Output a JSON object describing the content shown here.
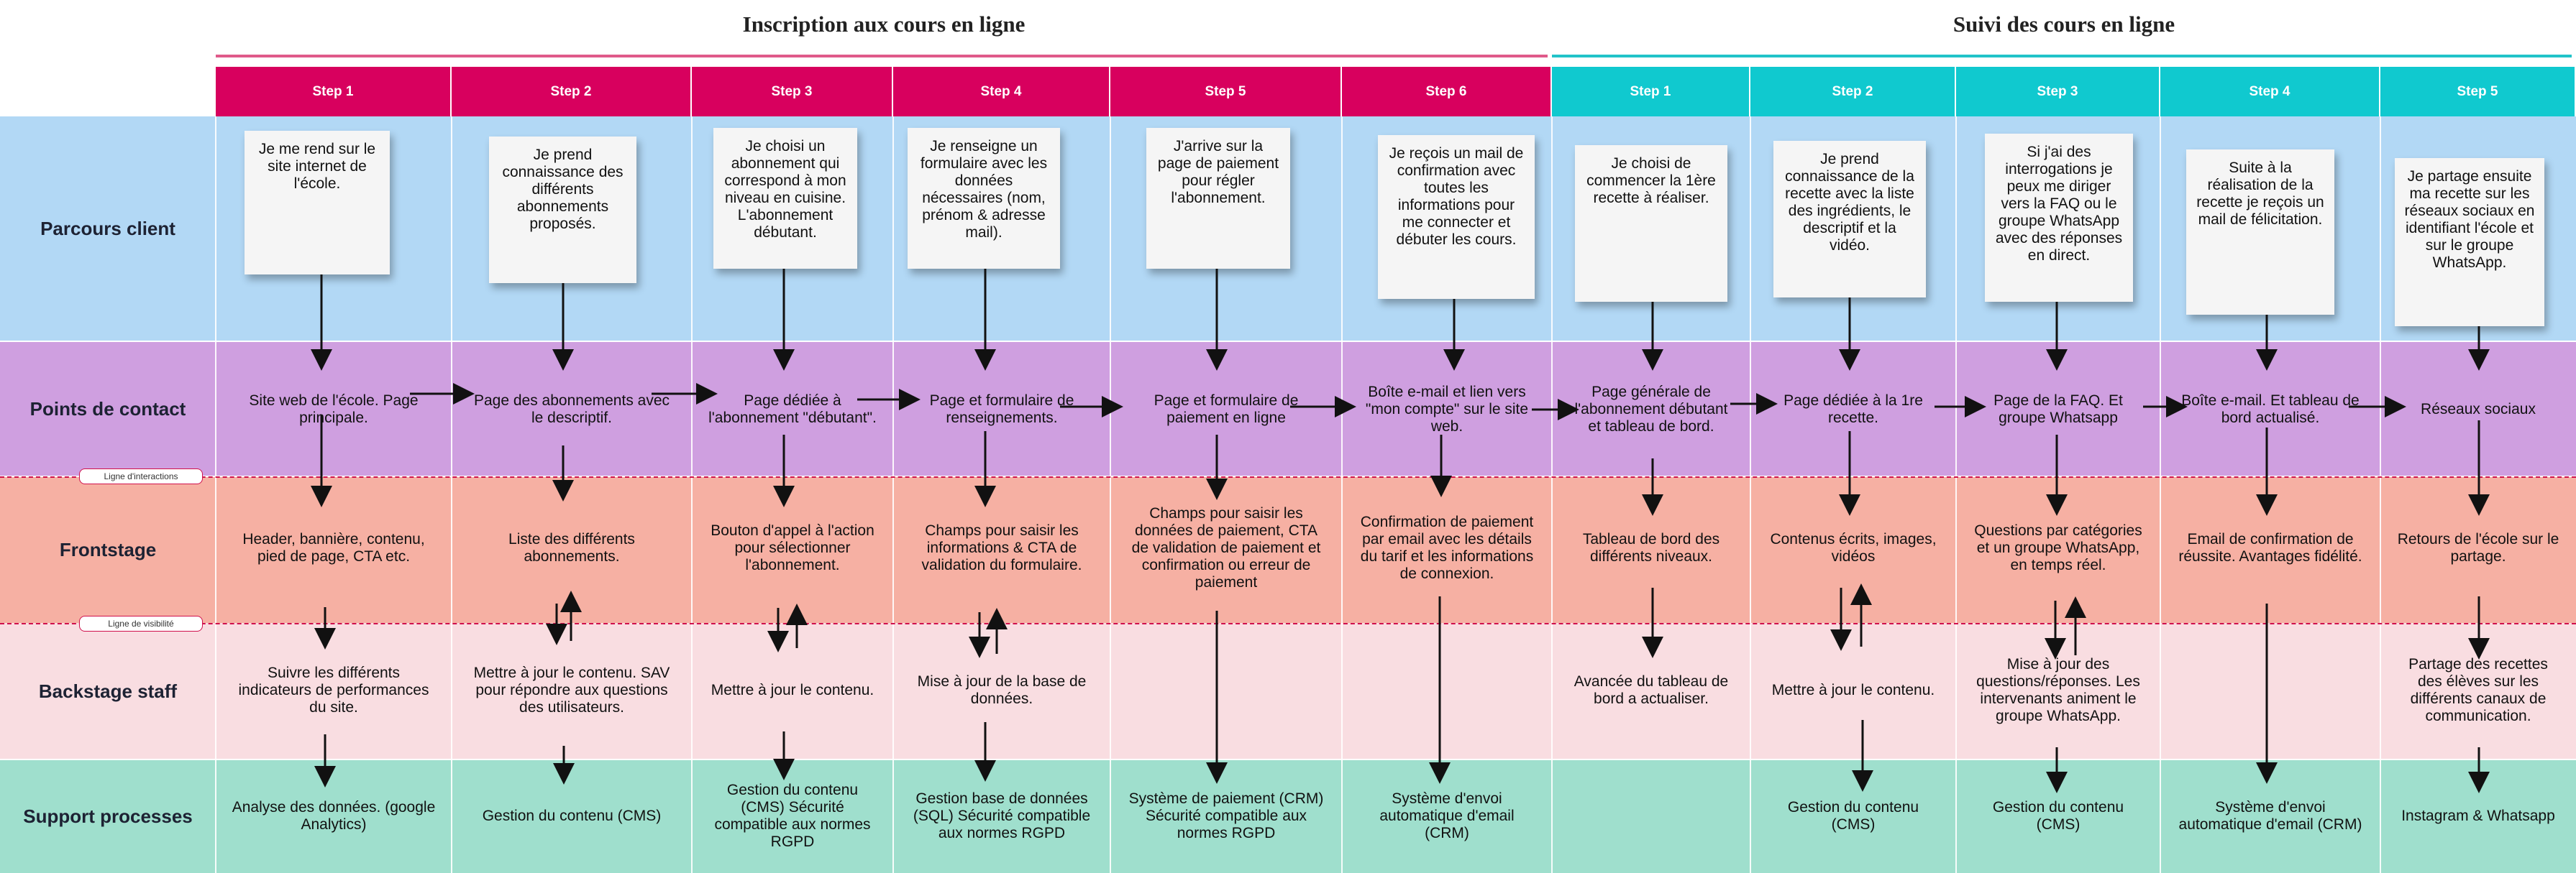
{
  "phases": [
    {
      "title": "Inscription aux cours en ligne",
      "color": "#e05a8a"
    },
    {
      "title": "Suivi des cours en ligne",
      "color": "#22c3c9"
    }
  ],
  "steps": [
    {
      "label": "Step 1",
      "phase": 0
    },
    {
      "label": "Step 2",
      "phase": 0
    },
    {
      "label": "Step 3",
      "phase": 0
    },
    {
      "label": "Step 4",
      "phase": 0
    },
    {
      "label": "Step 5",
      "phase": 0
    },
    {
      "label": "Step 6",
      "phase": 0
    },
    {
      "label": "Step 1",
      "phase": 1
    },
    {
      "label": "Step 2",
      "phase": 1
    },
    {
      "label": "Step 3",
      "phase": 1
    },
    {
      "label": "Step 4",
      "phase": 1
    },
    {
      "label": "Step 5",
      "phase": 1
    }
  ],
  "colors": {
    "phase1_header": "#d8005e",
    "phase2_header": "#10c9cf",
    "parcours": "#b2d8f5",
    "points": "#cf9fe0",
    "frontstage": "#f6b0a3",
    "backstage": "#f9dde1",
    "support": "#9fdfcd",
    "dashed_line": "#d0104c"
  },
  "rows": [
    {
      "label": "Parcours client"
    },
    {
      "label": "Points de contact"
    },
    {
      "label": "Frontstage"
    },
    {
      "label": "Backstage staff"
    },
    {
      "label": "Support processes"
    }
  ],
  "lines": {
    "interactions": "Ligne d'interactions",
    "visibility": "Ligne de visibilité"
  },
  "parcours": [
    "Je me rend sur le site internet de l'école.",
    "Je prend connaissance des différents abonnements proposés.",
    "Je choisi un abonnement qui correspond à mon niveau en cuisine. L'abonnement débutant.",
    "Je renseigne un formulaire avec les données nécessaires (nom, prénom & adresse mail).",
    "J'arrive sur la page de paiement pour régler l'abonnement.",
    "Je reçois un mail de confirmation avec toutes les informations pour me connecter et débuter les cours.",
    "Je choisi de commencer la 1ère recette à réaliser.",
    "Je prend connaissance de la recette avec la liste des ingrédients, le descriptif et la vidéo.",
    "Si j'ai des interrogations je peux me diriger vers la FAQ ou le groupe WhatsApp avec des réponses en direct.",
    "Suite à la réalisation de la recette je reçois un mail de félicitation.",
    "Je partage ensuite ma recette sur les réseaux sociaux en identifiant l'école et sur le groupe WhatsApp."
  ],
  "points": [
    "Site web de l'école. Page principale.",
    "Page des abonnements avec le descriptif.",
    "Page dédiée à l'abonnement \"débutant\".",
    "Page et formulaire de renseignements.",
    "Page et formulaire de paiement en ligne",
    "Boîte e-mail et lien vers \"mon compte\" sur le site web.",
    "Page générale de l'abonnement débutant et tableau de bord.",
    "Page dédiée à la 1re recette.",
    "Page de la FAQ. Et groupe Whatsapp",
    "Boîte e-mail. Et tableau de bord actualisé.",
    "Réseaux sociaux"
  ],
  "frontstage": [
    "Header, bannière, contenu, pied de page, CTA etc.",
    "Liste des différents abonnements.",
    "Bouton d'appel à l'action pour sélectionner l'abonnement.",
    "Champs pour saisir les informations & CTA de validation du formulaire.",
    "Champs pour saisir les données de paiement, CTA de validation de paiement et confirmation ou erreur de paiement",
    "Confirmation de paiement par email avec les détails du tarif et les informations de connexion.",
    "Tableau de bord des différents niveaux.",
    "Contenus écrits, images, vidéos",
    "Questions par catégories et un groupe WhatsApp, en temps réel.",
    "Email de confirmation de réussite. Avantages fidélité.",
    "Retours de l'école sur le partage."
  ],
  "backstage": [
    "Suivre les différents indicateurs de performances du site.",
    "Mettre à jour le contenu. SAV pour répondre aux questions des utilisateurs.",
    "Mettre à jour le contenu.",
    "Mise à jour de la base de données.",
    "",
    "",
    "Avancée du tableau de bord a actualiser.",
    "Mettre à jour le contenu.",
    "Mise à jour des questions/réponses. Les intervenants animent le groupe WhatsApp.",
    "",
    "Partage des recettes des élèves sur les différents canaux de communication."
  ],
  "support": [
    "Analyse des données. (google Analytics)",
    "Gestion du contenu (CMS)",
    "Gestion du contenu (CMS) Sécurité compatible aux normes RGPD",
    "Gestion base de données (SQL) Sécurité compatible aux normes RGPD",
    "Système de paiement (CRM) Sécurité compatible aux normes RGPD",
    "Système d'envoi automatique d'email (CRM)",
    "",
    "Gestion du contenu (CMS)",
    "Gestion du contenu (CMS)",
    "Système d'envoi automatique d'email (CRM)",
    "Instagram & Whatsapp"
  ]
}
